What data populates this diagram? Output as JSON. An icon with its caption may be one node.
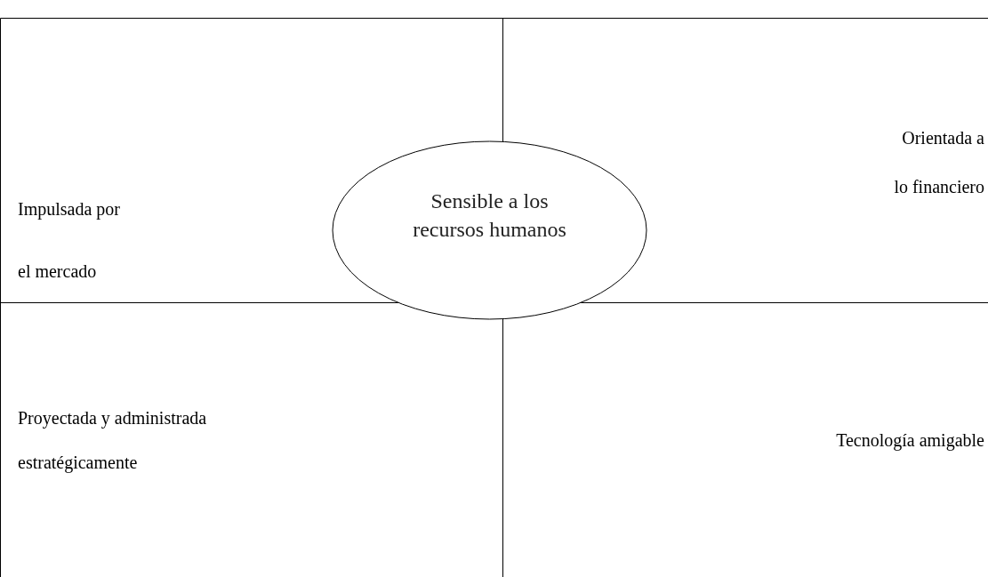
{
  "diagram": {
    "nodes": [
      {
        "text": [
          "Impulsada por el mercado"
        ]
      },
      {
        "text": [
          "Orientada a lo financiero"
        ]
      },
      {
        "text": [
          "Sensible a los recursos humanos"
        ]
      },
      {
        "text": [
          "Proyectada y administrada estratégicamente"
        ]
      },
      {
        "text": [
          "Tecnología amigable"
        ]
      }
    ],
    "edges": []
  }
}
